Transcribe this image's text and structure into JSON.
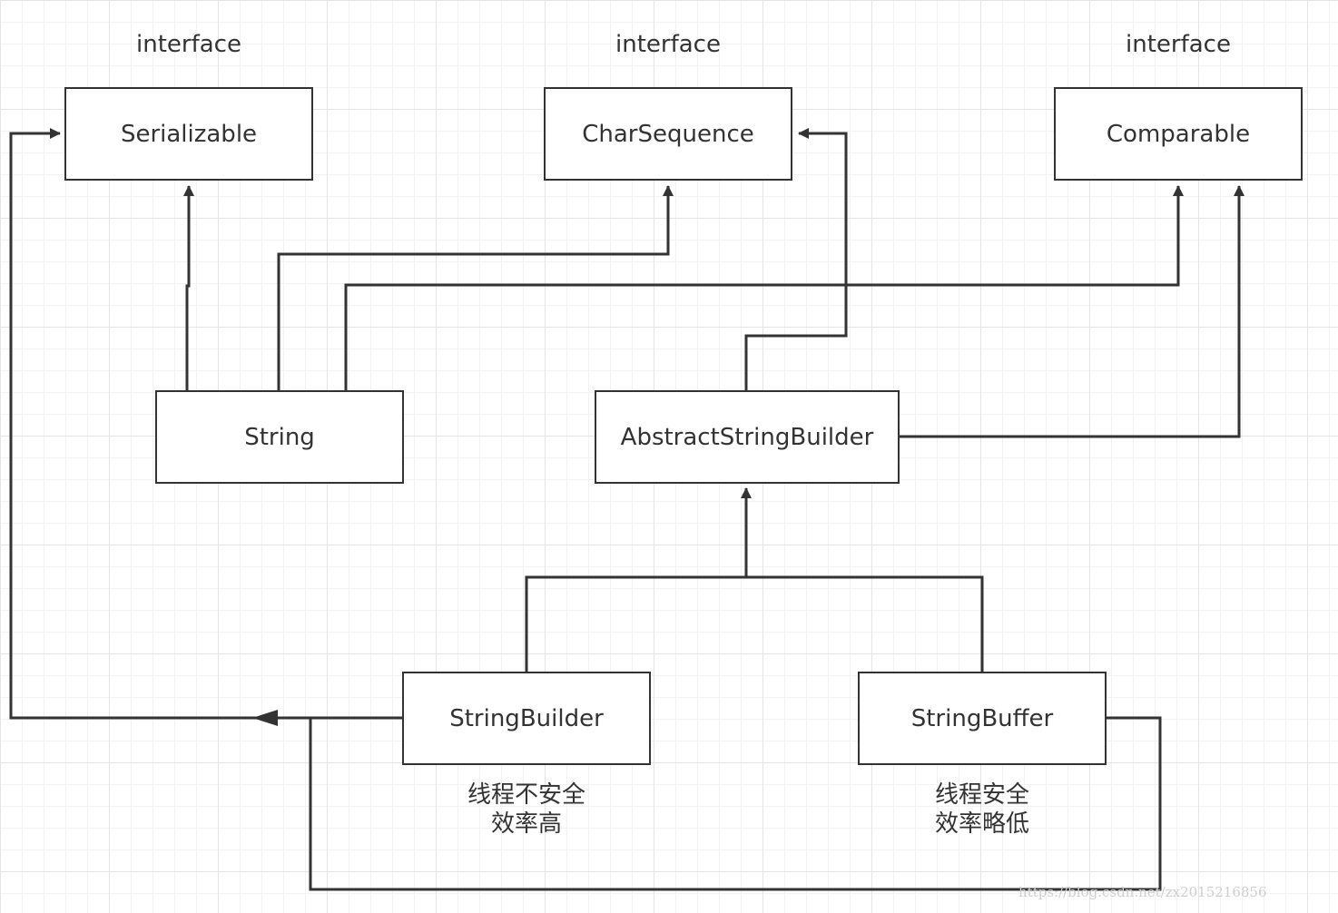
{
  "colors": {
    "line": "#333333",
    "grid": "#e4e4e4",
    "background": "#ffffff"
  },
  "stereotypes": {
    "serializable": "interface",
    "charsequence": "interface",
    "comparable": "interface"
  },
  "nodes": {
    "serializable": "Serializable",
    "charsequence": "CharSequence",
    "comparable": "Comparable",
    "string": "String",
    "abstractstringbuilder": "AbstractStringBuilder",
    "stringbuilder": "StringBuilder",
    "stringbuffer": "StringBuffer"
  },
  "notes": {
    "stringbuilder": [
      "线程不安全",
      "效率高"
    ],
    "stringbuffer": [
      "线程安全",
      "效率略低"
    ]
  },
  "watermark": "https://blog.csdn.net/zx2015216856"
}
